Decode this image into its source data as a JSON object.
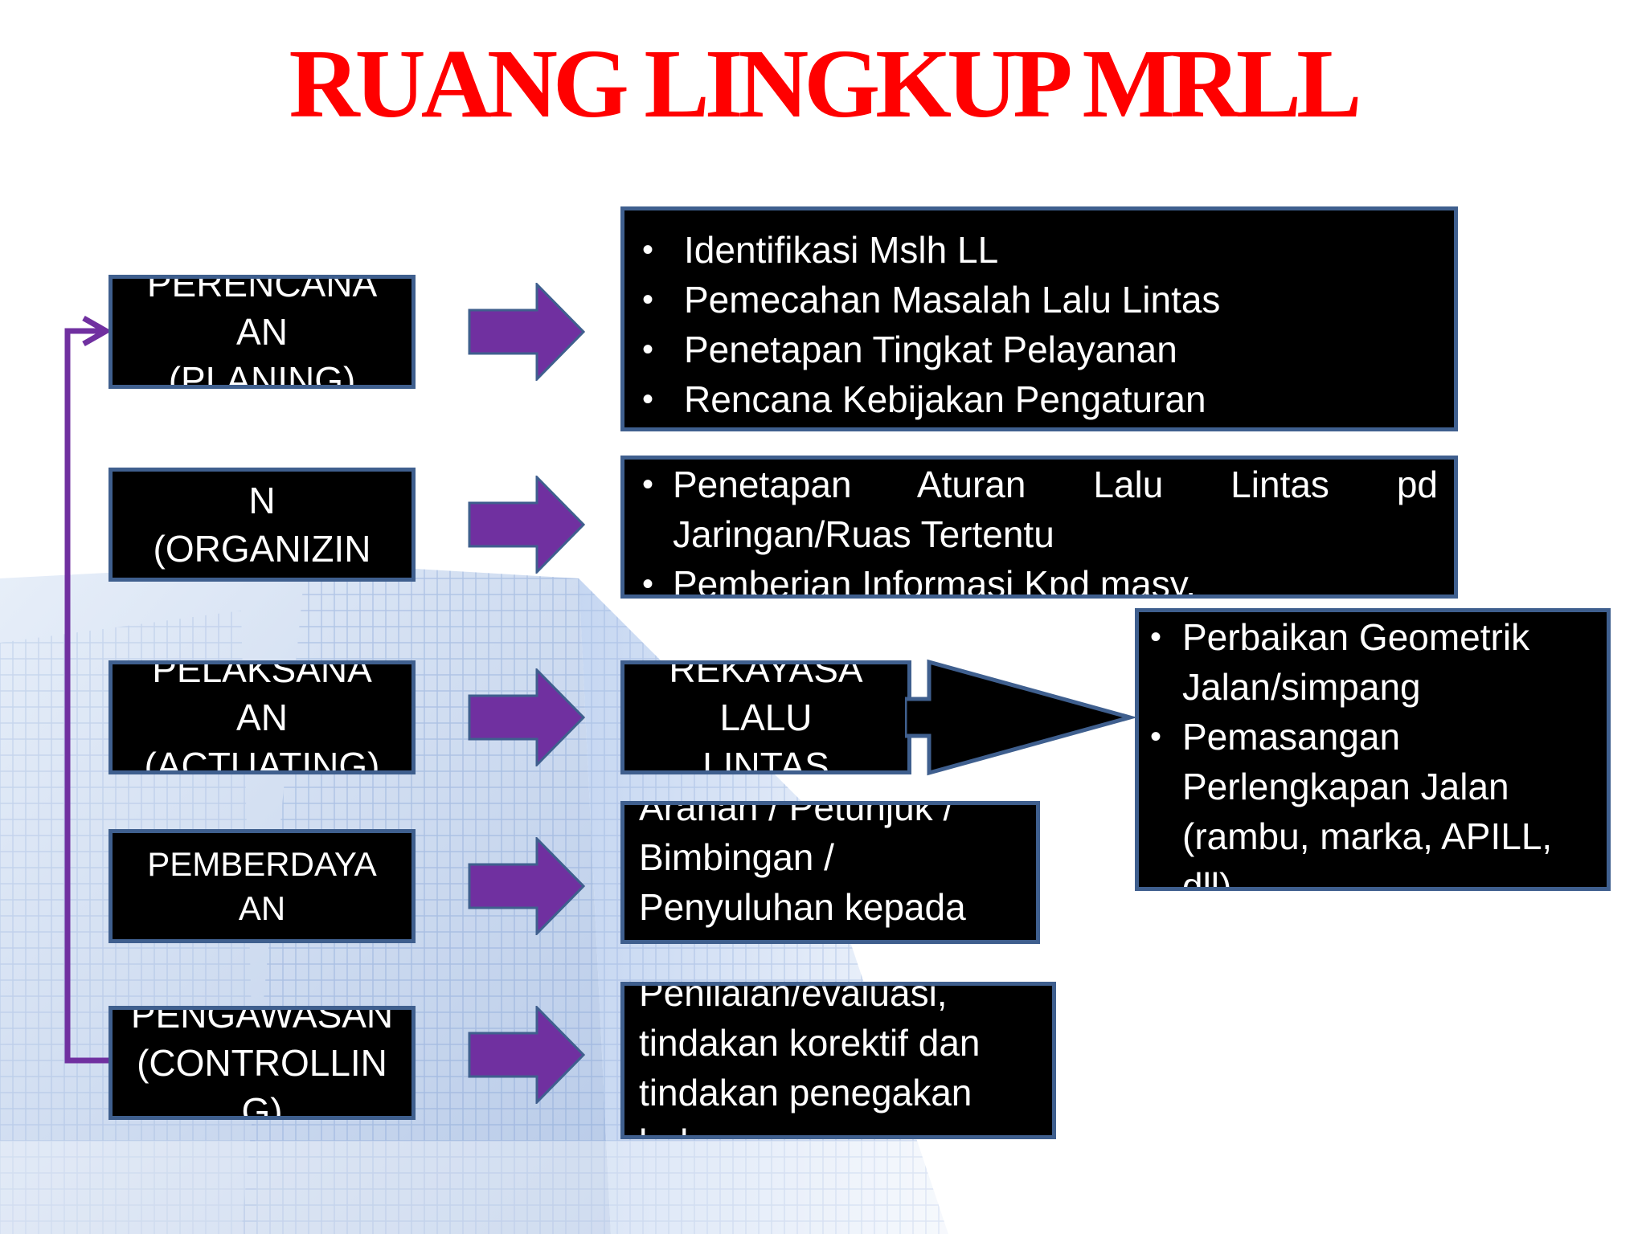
{
  "title": "RUANG LINGKUP MRLL",
  "colors": {
    "title": "#ff0000",
    "arrow": "#7030a0",
    "connector": "#7030a0",
    "box_border": "#3f5f8e",
    "box_fill": "#000000",
    "text": "#ffffff"
  },
  "phases": [
    {
      "lines": [
        "PERENCANA",
        "AN",
        "(PLANING)"
      ]
    },
    {
      "lines": [
        "N",
        "(ORGANIZIN"
      ]
    },
    {
      "lines": [
        "PELAKSANA",
        "AN",
        "(ACTUATING)"
      ]
    },
    {
      "lines": [
        "PEMBERDAYA",
        "AN"
      ]
    },
    {
      "lines": [
        "PENGAWASAN",
        "",
        "(CONTROLLIN",
        "G)"
      ]
    }
  ],
  "details": {
    "planning": [
      "Identifikasi Mslh LL",
      "Pemecahan Masalah Lalu Lintas",
      "Penetapan Tingkat Pelayanan",
      "Rencana Kebijakan Pengaturan"
    ],
    "organizing": [
      "Penetapan Aturan Lalu Lintas pd Jaringan/Ruas Tertentu",
      "Pemberian Informasi Kpd masy."
    ],
    "actuating_box": [
      "REKAYASA",
      "LALU",
      "LINTAS"
    ],
    "actuating_items": [
      "Perbaikan Geometrik Jalan/simpang",
      " Pemasangan Perlengkapan Jalan (rambu, marka, APILL, dll)"
    ],
    "empowerment": "Arahan / Petunjuk / Bimbingan / Penyuluhan kepada Masyarakat",
    "controlling": "Penilaian/evaluasi, tindakan korektif dan tindakan penegakan hukum"
  }
}
